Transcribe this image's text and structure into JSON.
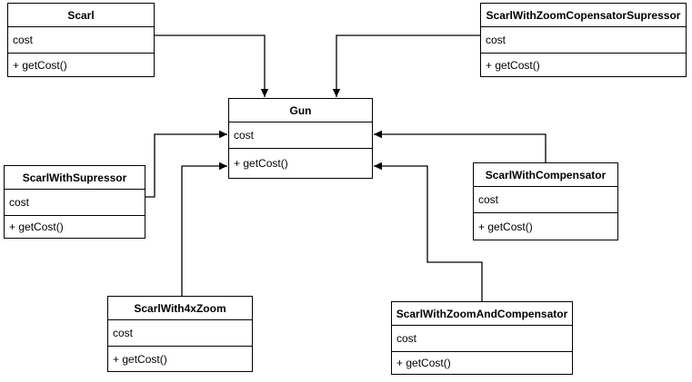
{
  "diagram": {
    "kind": "uml-class-diagram",
    "background_color": "#ffffff",
    "line_color": "#000000",
    "text_color": "#000000",
    "classes": [
      {
        "id": "scarl",
        "name": "Scarl",
        "attributes": [
          "cost"
        ],
        "methods": [
          "+ getCost()"
        ]
      },
      {
        "id": "scarl-with-zoom-copensator-supressor",
        "name": "ScarlWithZoomCopensatorSupressor",
        "attributes": [
          "cost"
        ],
        "methods": [
          "+ getCost()"
        ]
      },
      {
        "id": "gun",
        "name": "Gun",
        "attributes": [
          "cost"
        ],
        "methods": [
          "+ getCost()"
        ]
      },
      {
        "id": "scarl-with-supressor",
        "name": "ScarlWithSupressor",
        "attributes": [
          "cost"
        ],
        "methods": [
          "+ getCost()"
        ]
      },
      {
        "id": "scarl-with-compensator",
        "name": "ScarlWithCompensator",
        "attributes": [
          "cost"
        ],
        "methods": [
          "+ getCost()"
        ]
      },
      {
        "id": "scarl-with-4x-zoom",
        "name": "ScarlWith4xZoom",
        "attributes": [
          "cost"
        ],
        "methods": [
          "+ getCost()"
        ]
      },
      {
        "id": "scarl-with-zoom-and-compensator",
        "name": "ScarlWithZoomAndCompensator",
        "attributes": [
          "cost"
        ],
        "methods": [
          "+ getCost()"
        ]
      }
    ],
    "connectors": [
      {
        "from": "Scarl",
        "to": "Gun",
        "arrowhead": "filled-triangle"
      },
      {
        "from": "ScarlWithZoomCopensatorSupressor",
        "to": "Gun",
        "arrowhead": "filled-triangle"
      },
      {
        "from": "ScarlWithSupressor",
        "to": "Gun",
        "arrowhead": "filled-triangle"
      },
      {
        "from": "ScarlWith4xZoom",
        "to": "Gun",
        "arrowhead": "filled-triangle"
      },
      {
        "from": "ScarlWithCompensator",
        "to": "Gun",
        "arrowhead": "filled-triangle"
      },
      {
        "from": "ScarlWithZoomAndCompensator",
        "to": "Gun",
        "arrowhead": "filled-triangle"
      }
    ]
  }
}
